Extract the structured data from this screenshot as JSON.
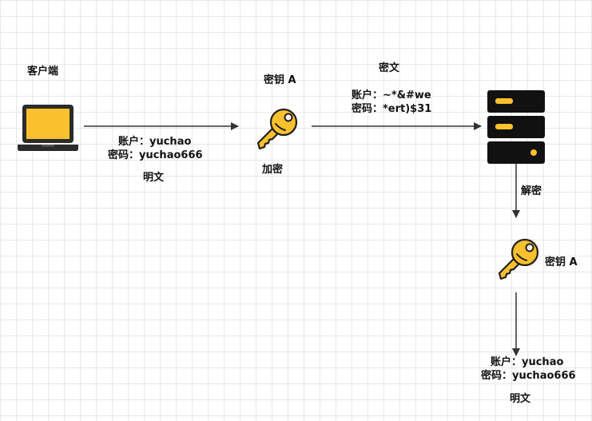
{
  "client": {
    "label": "客户端",
    "icon": "laptop-icon",
    "plaintext_account": "账户：yuchao",
    "plaintext_password": "密码：yuchao666",
    "plaintext_caption": "明文"
  },
  "encrypt": {
    "key_label": "密钥 A",
    "icon": "key-icon",
    "action_label": "加密"
  },
  "ciphertext": {
    "caption": "密文",
    "account": "账户：~*&#we",
    "password": "密码：*ert)$31"
  },
  "server": {
    "icon": "server-icon"
  },
  "decrypt": {
    "action_label": "解密",
    "key_label": "密钥 A",
    "icon": "key-icon"
  },
  "result": {
    "account": "账户：yuchao",
    "password": "密码：yuchao666",
    "caption": "明文"
  },
  "colors": {
    "accent": "#fbc02d",
    "outline": "#1f1f1f",
    "server_body": "#111111",
    "arrow": "#333333"
  }
}
